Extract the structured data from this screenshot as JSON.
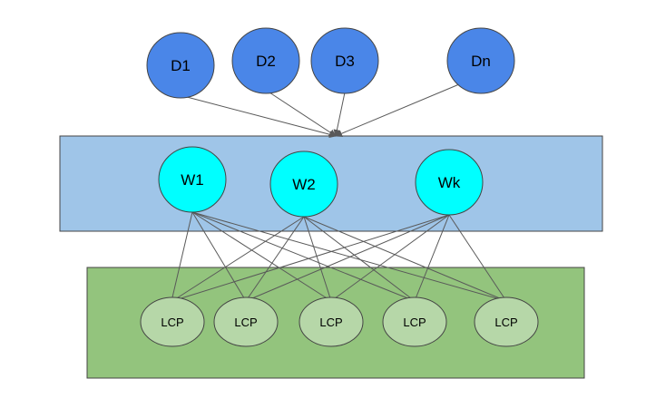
{
  "colors": {
    "data_node_fill": "#4a86e8",
    "worker_node_fill": "#00ffff",
    "worker_band_fill": "#9fc5e8",
    "lcp_band_fill": "#93c47d",
    "lcp_node_fill": "#b6d7a8",
    "edge": "#595959",
    "outline": "#444444"
  },
  "data_nodes": [
    {
      "id": "d1",
      "label": "D1"
    },
    {
      "id": "d2",
      "label": "D2"
    },
    {
      "id": "d3",
      "label": "D3"
    },
    {
      "id": "dn",
      "label": "Dn"
    }
  ],
  "worker_nodes": [
    {
      "id": "w1",
      "label": "W1"
    },
    {
      "id": "w2",
      "label": "W2"
    },
    {
      "id": "wk",
      "label": "Wk"
    }
  ],
  "lcp_nodes": [
    {
      "id": "lcp1",
      "label": "LCP"
    },
    {
      "id": "lcp2",
      "label": "LCP"
    },
    {
      "id": "lcp3",
      "label": "LCP"
    },
    {
      "id": "lcp4",
      "label": "LCP"
    },
    {
      "id": "lcp5",
      "label": "LCP"
    }
  ]
}
